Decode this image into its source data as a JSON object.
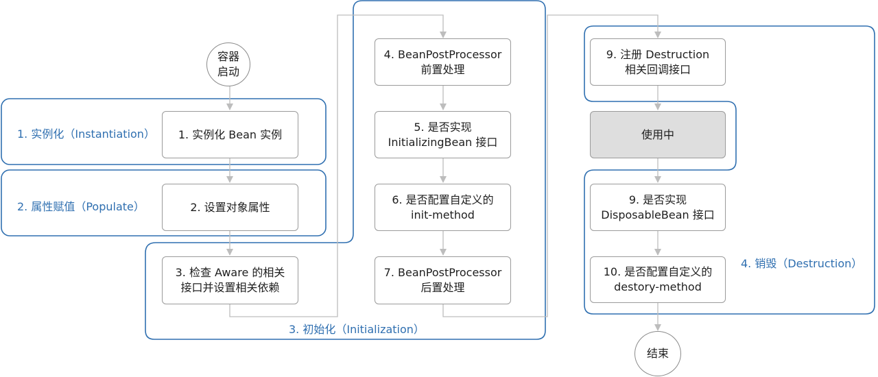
{
  "colors": {
    "phase_border": "#2f6fb0",
    "phase_text": "#2f6fb0",
    "arrow": "#bdbdbd",
    "node_border": "#9a9a9a",
    "in_use_fill": "#dedede"
  },
  "start": "容器\n启动",
  "end": "结束",
  "phases": {
    "instantiation": "1. 实例化（Instantiation）",
    "populate": "2. 属性赋值（Populate）",
    "initialization": "3. 初始化（Initialization）",
    "destruction": "4. 销毁（Destruction）"
  },
  "steps": {
    "instantiate_bean": "1. 实例化 Bean 实例",
    "set_properties": "2. 设置对象属性",
    "aware": "3. 检查 Aware 的相关\n接口并设置相关依赖",
    "bpp_before": "4. BeanPostProcessor\n前置处理",
    "initializing_bean": "5. 是否实现\nInitializingBean 接口",
    "init_method": "6. 是否配置自定义的\ninit-method",
    "bpp_after": "7. BeanPostProcessor\n后置处理",
    "register_destruction": "9. 注册 Destruction\n相关回调接口",
    "in_use": "使用中",
    "disposable_bean": "9. 是否实现\nDisposableBean 接口",
    "destroy_method": "10. 是否配置自定义的\ndestory-method"
  }
}
